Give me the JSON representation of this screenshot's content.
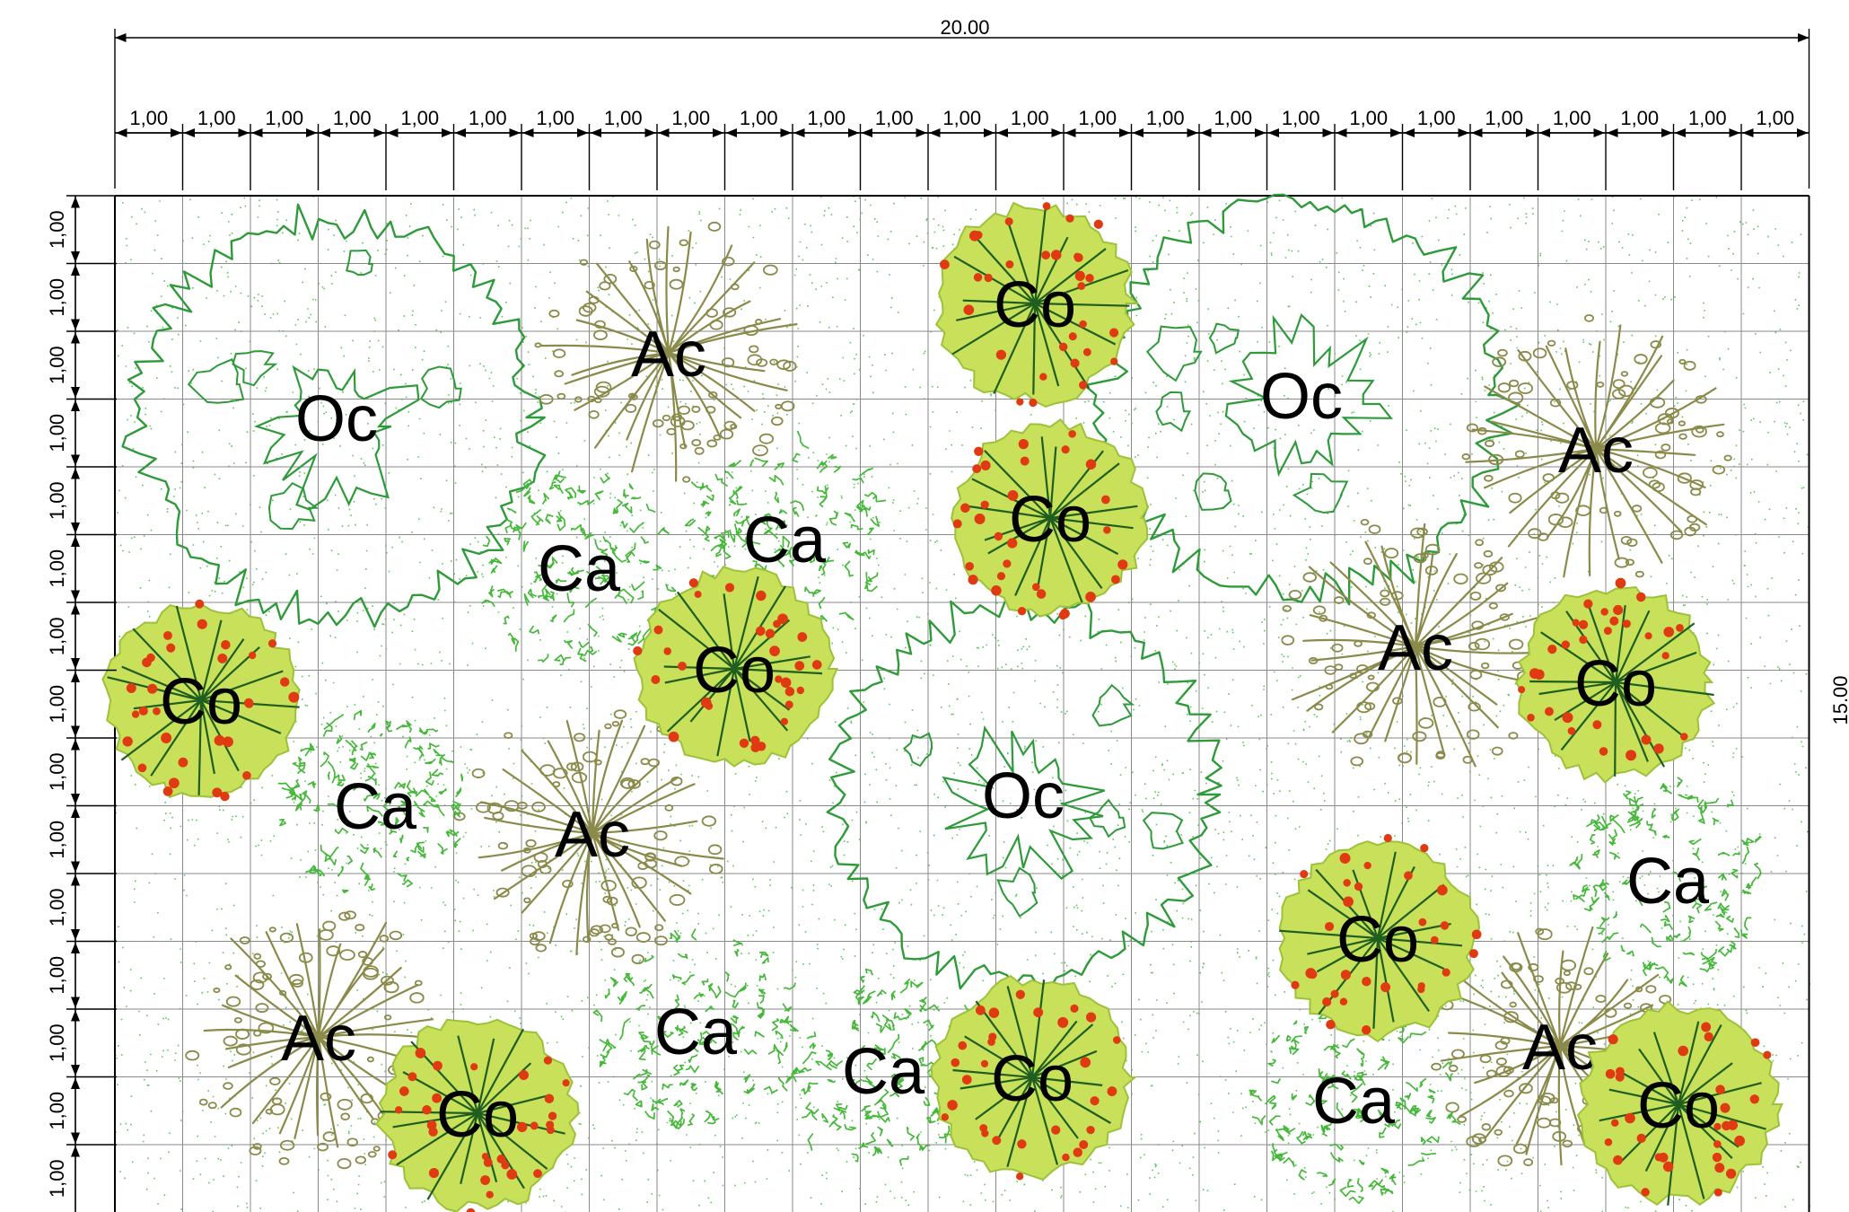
{
  "plan": {
    "overall_width_label": "20.00",
    "overall_height_label": "15.00",
    "column_dimensions": [
      "1,00",
      "1,00",
      "1,00",
      "1,00",
      "1,00",
      "1,00",
      "1,00",
      "1,00",
      "1,00",
      "1,00",
      "1,00",
      "1,00",
      "1,00",
      "1,00",
      "1,00",
      "1,00",
      "1,00",
      "1,00",
      "1,00",
      "1,00",
      "1,00",
      "1,00",
      "1,00",
      "1,00",
      "1,00"
    ],
    "row_dimensions": [
      "1,00",
      "1,00",
      "1,00",
      "1,00",
      "1,00",
      "1,00",
      "1,00",
      "1,00",
      "1,00",
      "1,00",
      "1,00",
      "1,00",
      "1,00",
      "1,00",
      "1,00"
    ],
    "colors": {
      "oc": "#2e9a3a",
      "ac": "#8a8a4a",
      "ca": "#45b83a",
      "co_fill": "#c8e05a",
      "co_branch": "#1f5e1f",
      "co_fruit": "#e03a12",
      "grid": "#8a8a8a",
      "ground_dots": "#5cc85c"
    },
    "plants": [
      {
        "type": "oc",
        "label": "Oc"
      },
      {
        "type": "oc",
        "label": "Oc"
      },
      {
        "type": "oc",
        "label": "Oc"
      },
      {
        "type": "ac",
        "label": "Ac"
      },
      {
        "type": "ac",
        "label": "Ac"
      },
      {
        "type": "ac",
        "label": "Ac"
      },
      {
        "type": "ac",
        "label": "Ac"
      },
      {
        "type": "ac",
        "label": "Ac"
      },
      {
        "type": "ac",
        "label": "Ac"
      },
      {
        "type": "ca",
        "label": "Ca"
      },
      {
        "type": "ca",
        "label": "Ca"
      },
      {
        "type": "ca",
        "label": "Ca"
      },
      {
        "type": "ca",
        "label": "Ca"
      },
      {
        "type": "ca",
        "label": "Ca"
      },
      {
        "type": "ca",
        "label": "Ca"
      },
      {
        "type": "ca",
        "label": "Ca"
      },
      {
        "type": "co",
        "label": "Co"
      },
      {
        "type": "co",
        "label": "Co"
      },
      {
        "type": "co",
        "label": "Co"
      },
      {
        "type": "co",
        "label": "Co"
      },
      {
        "type": "co",
        "label": "Co"
      },
      {
        "type": "co",
        "label": "Co"
      },
      {
        "type": "co",
        "label": "Co"
      },
      {
        "type": "co",
        "label": "Co"
      },
      {
        "type": "co",
        "label": "Co"
      }
    ]
  }
}
